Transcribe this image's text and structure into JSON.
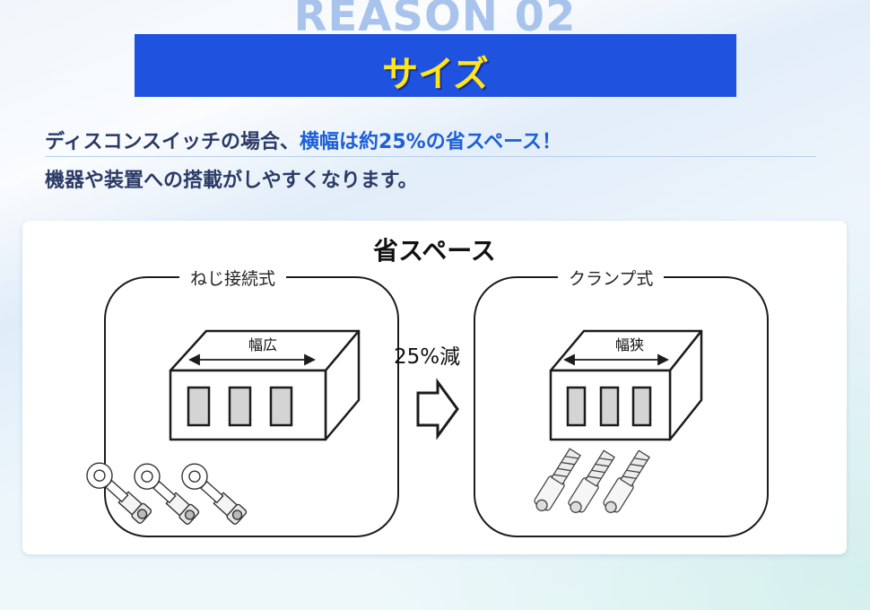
{
  "header": {
    "reason": "REASON 02",
    "title": "サイズ"
  },
  "intro": {
    "line1_normal": "ディスコンスイッチの場合、",
    "line1_highlight": "横幅は約25%の省スペース！",
    "line2": "機器や装置への搭載がしやすくなります。"
  },
  "diagram": {
    "title": "省スペース",
    "left_panel": {
      "label": "ねじ接続式",
      "width_label": "幅広"
    },
    "reduction_label": "25%減",
    "right_panel": {
      "label": "クランプ式",
      "width_label": "幅狭"
    }
  },
  "icons": [
    "arrow-right-icon",
    "ring-terminal-icon",
    "stranded-wire-icon"
  ],
  "colors": {
    "title_band": "#1f52de",
    "title_text": "#ffe51a",
    "highlight": "#1d5fd7",
    "body_text": "#2b3a66",
    "reason_text": "#a9c4ec"
  }
}
